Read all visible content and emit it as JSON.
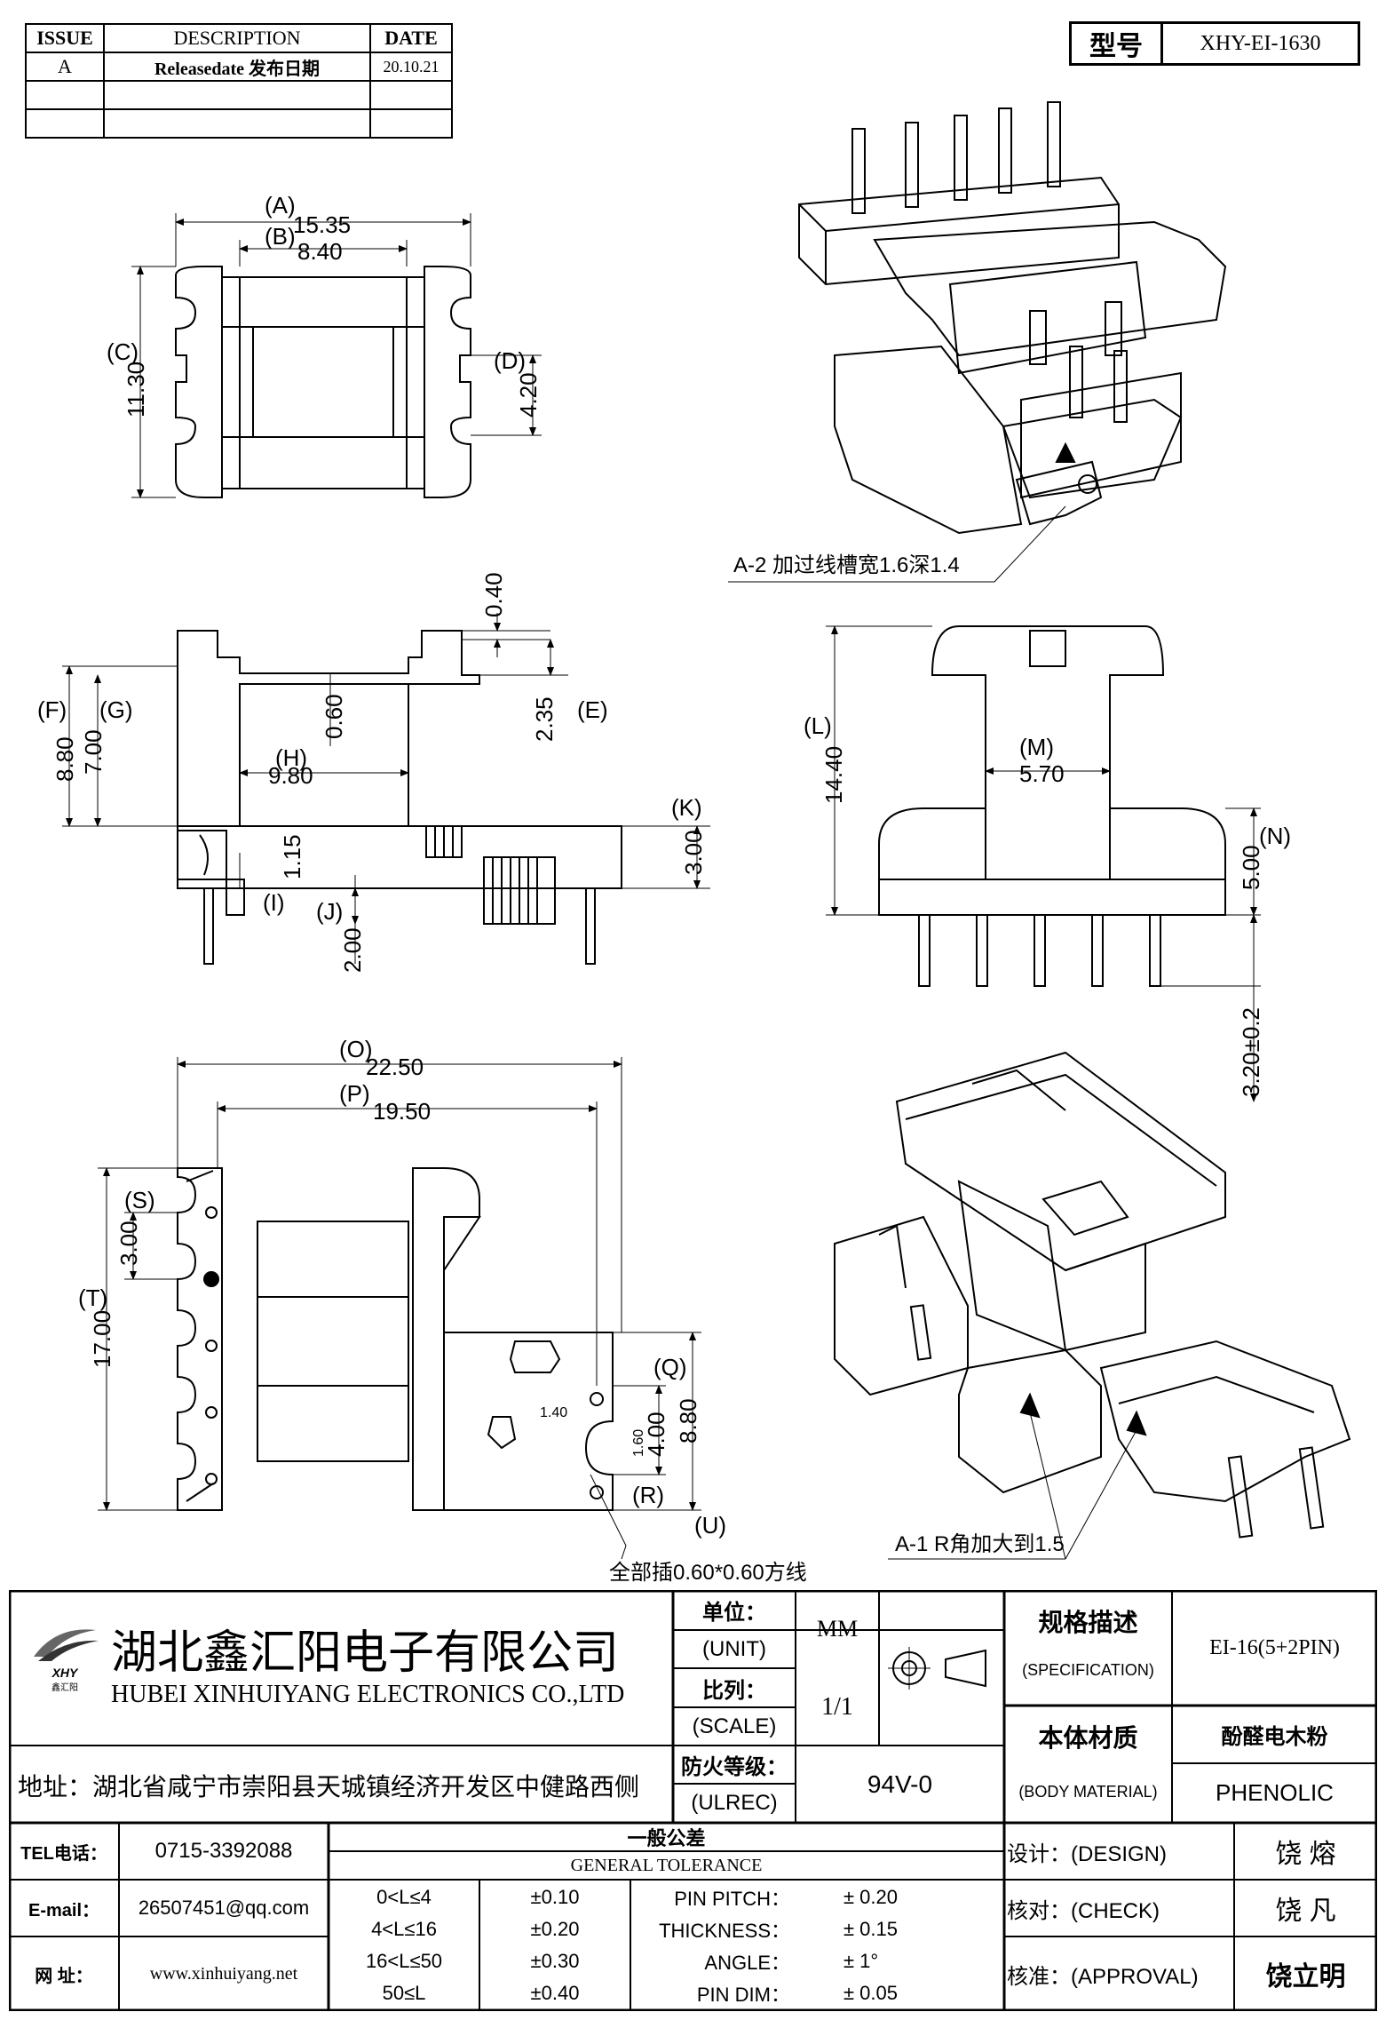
{
  "revision_table": {
    "headers": [
      "ISSUE",
      "DESCRIPTION",
      "DATE"
    ],
    "rows": [
      [
        "A",
        "Releasedate 发布日期",
        "20.10.21"
      ],
      [
        "",
        "",
        ""
      ],
      [
        "",
        "",
        ""
      ]
    ]
  },
  "model": {
    "label": "型号",
    "value": "XHY-EI-1630"
  },
  "dimensions": {
    "A": "(A)",
    "A_val": "15.35",
    "B": "(B)",
    "B_val": "8.40",
    "C": "(C)",
    "C_val": "11.30",
    "D": "(D)",
    "D_val": "4.20",
    "top_040": "0.40",
    "E": "(E)",
    "E_val": "2.35",
    "F": "(F)",
    "F_val": "8.80",
    "G": "(G)",
    "G_val": "7.00",
    "mid_060": "0.60",
    "H": "(H)",
    "H_val": "9.80",
    "I": "(I)",
    "I_val": "1.15",
    "J": "(J)",
    "J_val": "2.00",
    "K": "(K)",
    "K_val": "3.00",
    "L": "(L)",
    "L_val": "14.40",
    "M": "(M)",
    "M_val": "5.70",
    "N": "(N)",
    "N_val": "5.00",
    "pin_len": "3.20±0.2",
    "O": "(O)",
    "O_val": "22.50",
    "P": "(P)",
    "P_val": "19.50",
    "S": "(S)",
    "S_val": "3.00",
    "T": "(T)",
    "T_val": "17.00",
    "Q": "(Q)",
    "Q_val": "8.80",
    "R": "(R)",
    "U": "(U)",
    "small_140": "1.40",
    "small_160": "1.60",
    "small_400": "4.00"
  },
  "notes": {
    "a2": "A-2   加过线槽宽1.6深1.4",
    "a1": "A-1  R角加大到1.5",
    "pins": "全部插0.60*0.60方线"
  },
  "title_block": {
    "company_cn": "湖北鑫汇阳电子有限公司",
    "company_en": "HUBEI XINHUIYANG ELECTRONICS CO.,LTD",
    "logo_text": "XHY",
    "logo_sub": "鑫汇阳",
    "address": "地址：湖北省咸宁市崇阳县天城镇经济开发区中健路西侧",
    "unit_label_cn": "单位：",
    "unit_label_en": "(UNIT)",
    "unit_value": "MM",
    "scale_label_cn": "比列：",
    "scale_label_en": "(SCALE)",
    "scale_value": "1/1",
    "ul_label_cn": "防火等级：",
    "ul_label_en": "(ULREC)",
    "ul_value": "94V-0",
    "spec_label_cn": "规格描述",
    "spec_label_en": "(SPECIFICATION)",
    "spec_value": "EI-16(5+2PIN)",
    "material_label_cn": "本体材质",
    "material_label_en": "(BODY MATERIAL)",
    "material_value_cn": "酚醛电木粉",
    "material_value_en": "PHENOLIC",
    "tel_label": "TEL电话：",
    "tel": "0715-3392088",
    "email_label": "E-mail：",
    "email": "26507451@qq.com",
    "web_label": "网  址：",
    "web": "www.xinhuiyang.net",
    "tol_title_cn": "一般公差",
    "tol_title_en": "GENERAL TOLERANCE",
    "tol_ranges": [
      "0<L≤4",
      "4<L≤16",
      "16<L≤50",
      "50≤L"
    ],
    "tol_values": [
      "±0.10",
      "±0.20",
      "±0.30",
      "±0.40"
    ],
    "tol_items": [
      "PIN PITCH：",
      "THICKNESS：",
      "ANGLE：",
      "PIN DIM："
    ],
    "tol_item_values": [
      "±  0.20",
      "±  0.15",
      "±  1°",
      "±  0.05"
    ],
    "design_label": "设计：(DESIGN)",
    "design_name": "饶  熔",
    "check_label": "核对：(CHECK)",
    "check_name": "饶  凡",
    "approval_label": "核准：(APPROVAL)",
    "approval_name": "饶立明"
  }
}
